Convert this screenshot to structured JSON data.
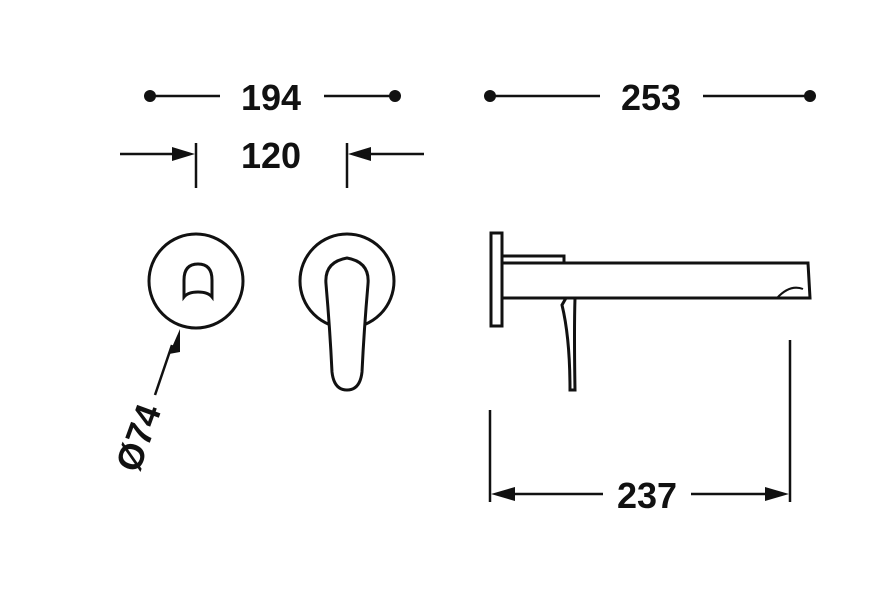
{
  "dimensions": {
    "overall_width": "194",
    "spacing": "120",
    "spout_height": "253",
    "projection": "237",
    "diameter": "Ø74"
  },
  "colors": {
    "line": "#111111",
    "background": "#ffffff"
  }
}
